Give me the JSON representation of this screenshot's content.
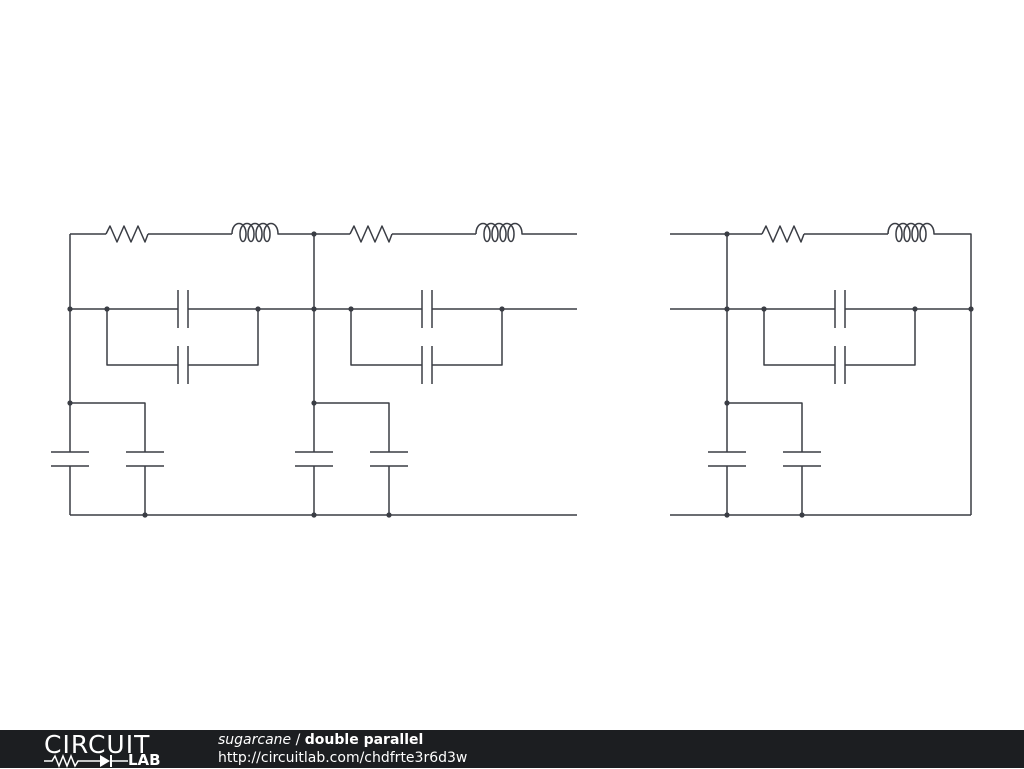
{
  "footer": {
    "logo_top": "CIRCUIT",
    "logo_bottom": "LAB",
    "author": "sugarcane",
    "separator": " / ",
    "project_title": "double parallel",
    "url": "http://circuitlab.com/chdfrte3r6d3w"
  },
  "schematic": {
    "components": {
      "resistors": 3,
      "inductors": 3,
      "capacitors": 12
    }
  }
}
